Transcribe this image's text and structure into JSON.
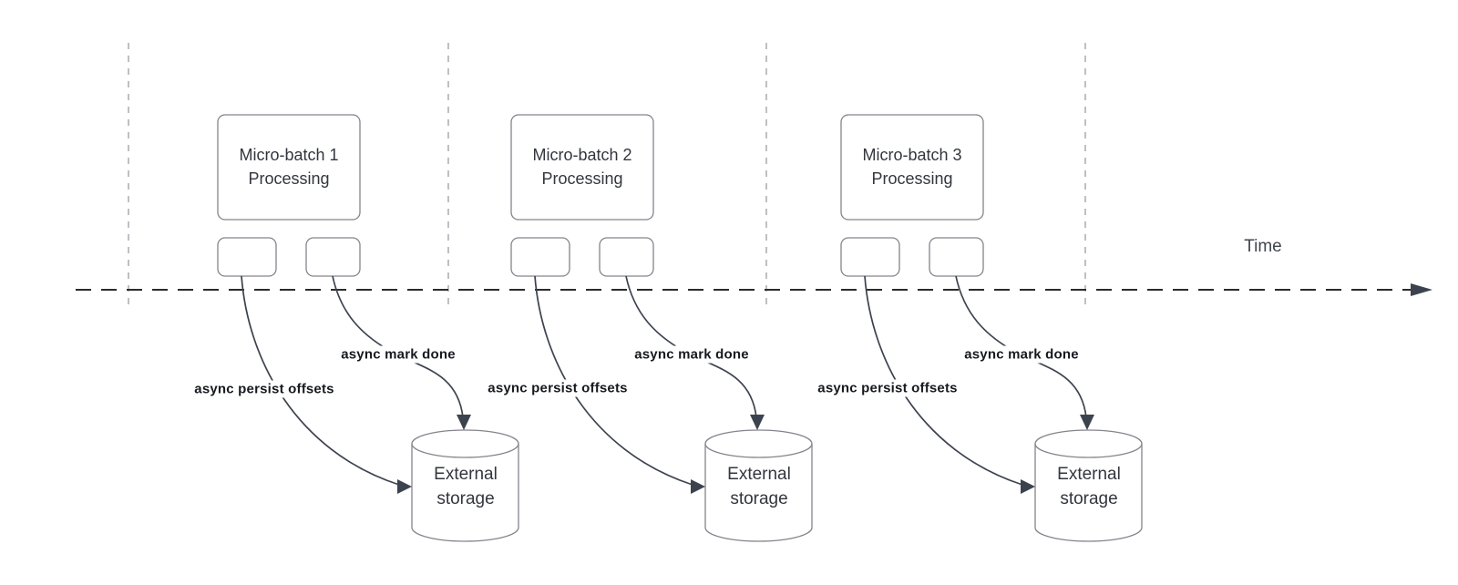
{
  "diagram": {
    "time_label": "Time",
    "colors": {
      "shape_border": "#84848d",
      "arrow": "#3d434e",
      "timeline": "#2b2b2b",
      "guide_line": "#aaaab0"
    },
    "groups": [
      {
        "title": "Micro-batch 1 Processing",
        "persist_label": "async persist offsets",
        "done_label": "async mark done",
        "storage_label": "External storage"
      },
      {
        "title": "Micro-batch 2 Processing",
        "persist_label": "async persist offsets",
        "done_label": "async mark done",
        "storage_label": "External storage"
      },
      {
        "title": "Micro-batch 3 Processing",
        "persist_label": "async persist offsets",
        "done_label": "async mark done",
        "storage_label": "External storage"
      }
    ]
  }
}
